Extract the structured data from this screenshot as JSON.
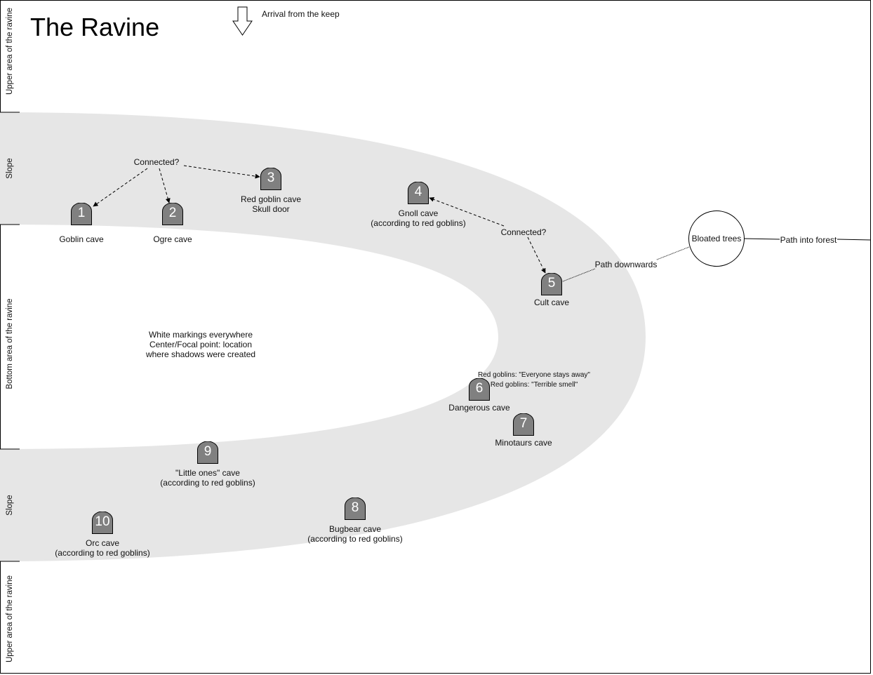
{
  "title": "The Ravine",
  "arrival": "Arrival from the keep",
  "zones": {
    "upper_top": "Upper area of the ravine",
    "slope_top": "Slope",
    "bottom": "Bottom area of the ravine",
    "slope_bottom": "Slope",
    "upper_bottom": "Upper area of the ravine"
  },
  "caves": [
    {
      "number": "1",
      "label": "Goblin cave"
    },
    {
      "number": "2",
      "label": "Ogre cave"
    },
    {
      "number": "3",
      "label": "Red goblin cave\nSkull door"
    },
    {
      "number": "4",
      "label": "Gnoll cave\n(according to red goblins)"
    },
    {
      "number": "5",
      "label": "Cult cave"
    },
    {
      "number": "6",
      "label": "Dangerous cave"
    },
    {
      "number": "7",
      "label": "Minotaurs cave"
    },
    {
      "number": "8",
      "label": "Bugbear cave\n(according to red goblins)"
    },
    {
      "number": "9",
      "label": "\"Little ones\" cave\n(according to red goblins)"
    },
    {
      "number": "10",
      "label": "Orc cave\n(according to red goblins)"
    }
  ],
  "connected_left": "Connected?",
  "connected_right": "Connected?",
  "path_downwards": "Path downwards",
  "bloated_trees": "Bloated trees",
  "path_into_forest": "Path into forest",
  "center_note": "White markings everywhere\nCenter/Focal point: location\nwhere shadows were created",
  "cave6_note_1": "Red goblins: \"Everyone stays away\"",
  "cave6_note_2": "Red goblins: \"Terrible smell\"",
  "colors": {
    "ravine_fill": "#e6e6e6",
    "cave_fill": "#808080",
    "border": "#000000"
  }
}
